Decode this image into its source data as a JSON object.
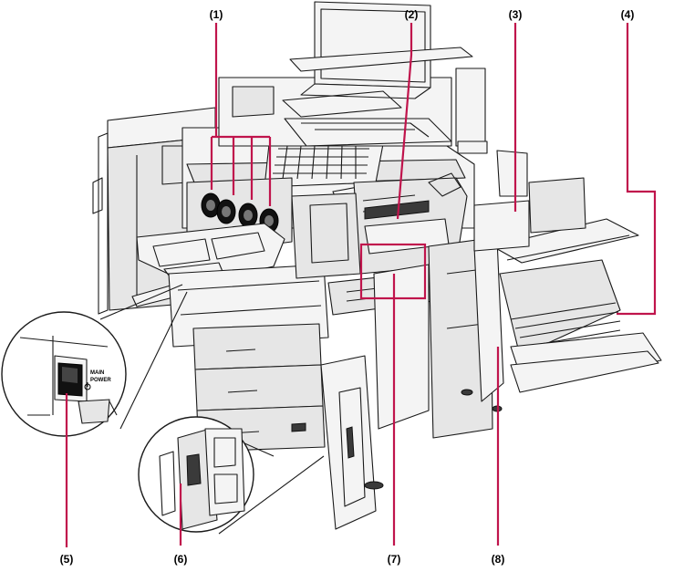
{
  "callouts": [
    {
      "id": "1",
      "label": "(1)"
    },
    {
      "id": "2",
      "label": "(2)"
    },
    {
      "id": "3",
      "label": "(3)"
    },
    {
      "id": "4",
      "label": "(4)"
    },
    {
      "id": "5",
      "label": "(5)"
    },
    {
      "id": "6",
      "label": "(6)"
    },
    {
      "id": "7",
      "label": "(7)"
    },
    {
      "id": "8",
      "label": "(8)"
    }
  ],
  "inset_switch": {
    "label_line1": "MAIN",
    "label_line2": "POWER"
  },
  "colors": {
    "callout_line": "#c0144c",
    "outline": "#1a1a1a",
    "panel_fill": "#e6e6e6"
  }
}
